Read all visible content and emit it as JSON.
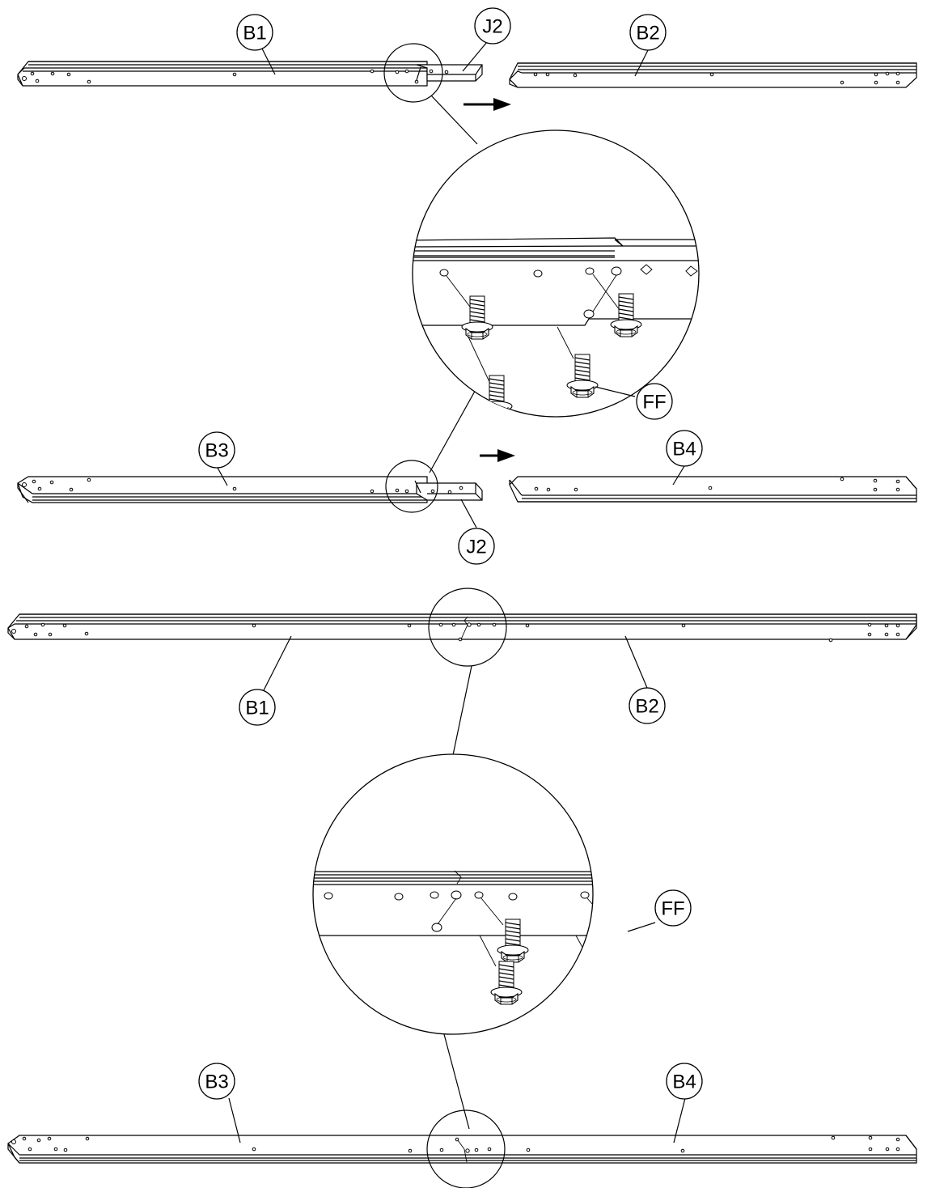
{
  "labels": {
    "b1": "B1",
    "b2": "B2",
    "b3": "B3",
    "b4": "B4",
    "j2": "J2",
    "ff": "FF"
  },
  "colors": {
    "line": "#000000",
    "background": "#ffffff"
  },
  "icons": {
    "direction_arrow": "arrow-right-icon",
    "fastener": "flange-bolt-icon"
  }
}
